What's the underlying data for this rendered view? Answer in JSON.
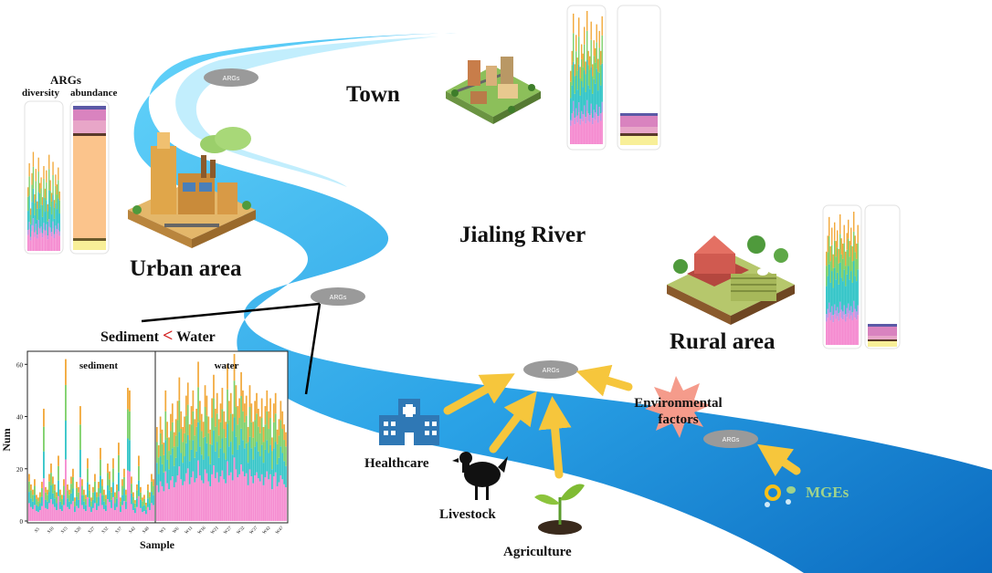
{
  "labels": {
    "town": "Town",
    "urban": "Urban area",
    "river": "Jialing River",
    "rural": "Rural area",
    "args_header": "ARGs",
    "diversity": "diversity",
    "abundance": "abundance",
    "sediment_lt_water": [
      "Sediment",
      "<",
      "Water"
    ],
    "healthcare": "Healthcare",
    "livestock": "Livestock",
    "agriculture": "Agriculture",
    "environmental_factors": "Environmental factors",
    "mges": "MGEs"
  },
  "args_pills": [
    "ARGs",
    "ARGs",
    "ARGs",
    "ARGs"
  ],
  "colors": {
    "river_light": "#54c8f5",
    "river_dark": "#0f78c8",
    "arrow": "#f6c63c",
    "starburst": "#f59b8b",
    "less_than": "#d32020",
    "mges": "#9fd38c",
    "pill": "#9a9a9a"
  },
  "icons": [
    "factory-icon",
    "town-icon",
    "farm-icon",
    "hospital-icon",
    "chicken-icon",
    "seedling-icon",
    "starburst-icon",
    "mge-icon"
  ],
  "chart_data": {
    "type": "bar",
    "stacked": true,
    "xlabel": "Sample",
    "ylabel": "Num",
    "ylim": [
      0,
      65
    ],
    "yticks": [
      0,
      20,
      40,
      60
    ],
    "panels": [
      "sediment",
      "water"
    ],
    "sediment_ticks": [
      "S5",
      "S10",
      "S15",
      "S20",
      "S27",
      "S32",
      "S37",
      "S42",
      "S48"
    ],
    "water_ticks": [
      "W1",
      "W6",
      "W11",
      "W16",
      "W21",
      "W27",
      "W32",
      "W37",
      "W42",
      "W47"
    ],
    "sediment_totals": [
      18,
      14,
      12,
      16,
      10,
      9,
      11,
      15,
      43,
      13,
      12,
      18,
      22,
      17,
      14,
      11,
      25,
      12,
      10,
      16,
      62,
      14,
      12,
      17,
      20,
      9,
      15,
      13,
      44,
      16,
      12,
      10,
      24,
      14,
      9,
      13,
      18,
      11,
      15,
      28,
      16,
      12,
      10,
      22,
      19,
      13,
      24,
      11,
      14,
      30,
      9,
      16,
      20,
      12,
      51,
      50,
      17,
      11,
      8,
      14,
      25,
      13,
      9,
      10,
      7,
      14,
      11,
      18,
      16
    ],
    "water_totals": [
      36,
      29,
      40,
      35,
      30,
      50,
      38,
      32,
      41,
      45,
      34,
      39,
      46,
      55,
      42,
      36,
      40,
      48,
      53,
      37,
      44,
      50,
      39,
      43,
      61,
      46,
      41,
      38,
      52,
      48,
      40,
      35,
      47,
      56,
      43,
      49,
      39,
      45,
      51,
      42,
      38,
      60,
      46,
      49,
      41,
      64,
      52,
      44,
      47,
      57,
      50,
      45,
      48,
      36,
      52,
      45,
      38,
      46,
      49,
      43,
      40,
      47,
      36,
      44,
      50,
      42,
      47,
      32,
      45,
      49,
      35,
      39,
      46,
      42,
      37,
      34
    ]
  },
  "mini_bars": [
    {
      "id": "urban-diversity",
      "values": [
        45,
        62,
        30,
        55,
        70,
        40,
        58,
        35,
        66,
        48,
        52,
        38,
        60,
        44,
        57,
        33,
        68,
        50,
        41,
        63,
        36,
        54,
        47,
        59,
        42
      ]
    },
    {
      "id": "town-diversity",
      "values": [
        55,
        70,
        98,
        60,
        82,
        65,
        95,
        58,
        75,
        68,
        88,
        62,
        100,
        70,
        66,
        92,
        60,
        78,
        72,
        90,
        64,
        85,
        70,
        96
      ]
    },
    {
      "id": "rural-diversity",
      "values": [
        70,
        82,
        96,
        74,
        88,
        68,
        92,
        78,
        86,
        72,
        98,
        80,
        76,
        90,
        70,
        84,
        94,
        78,
        88,
        74,
        100,
        82,
        76,
        90
      ]
    }
  ]
}
